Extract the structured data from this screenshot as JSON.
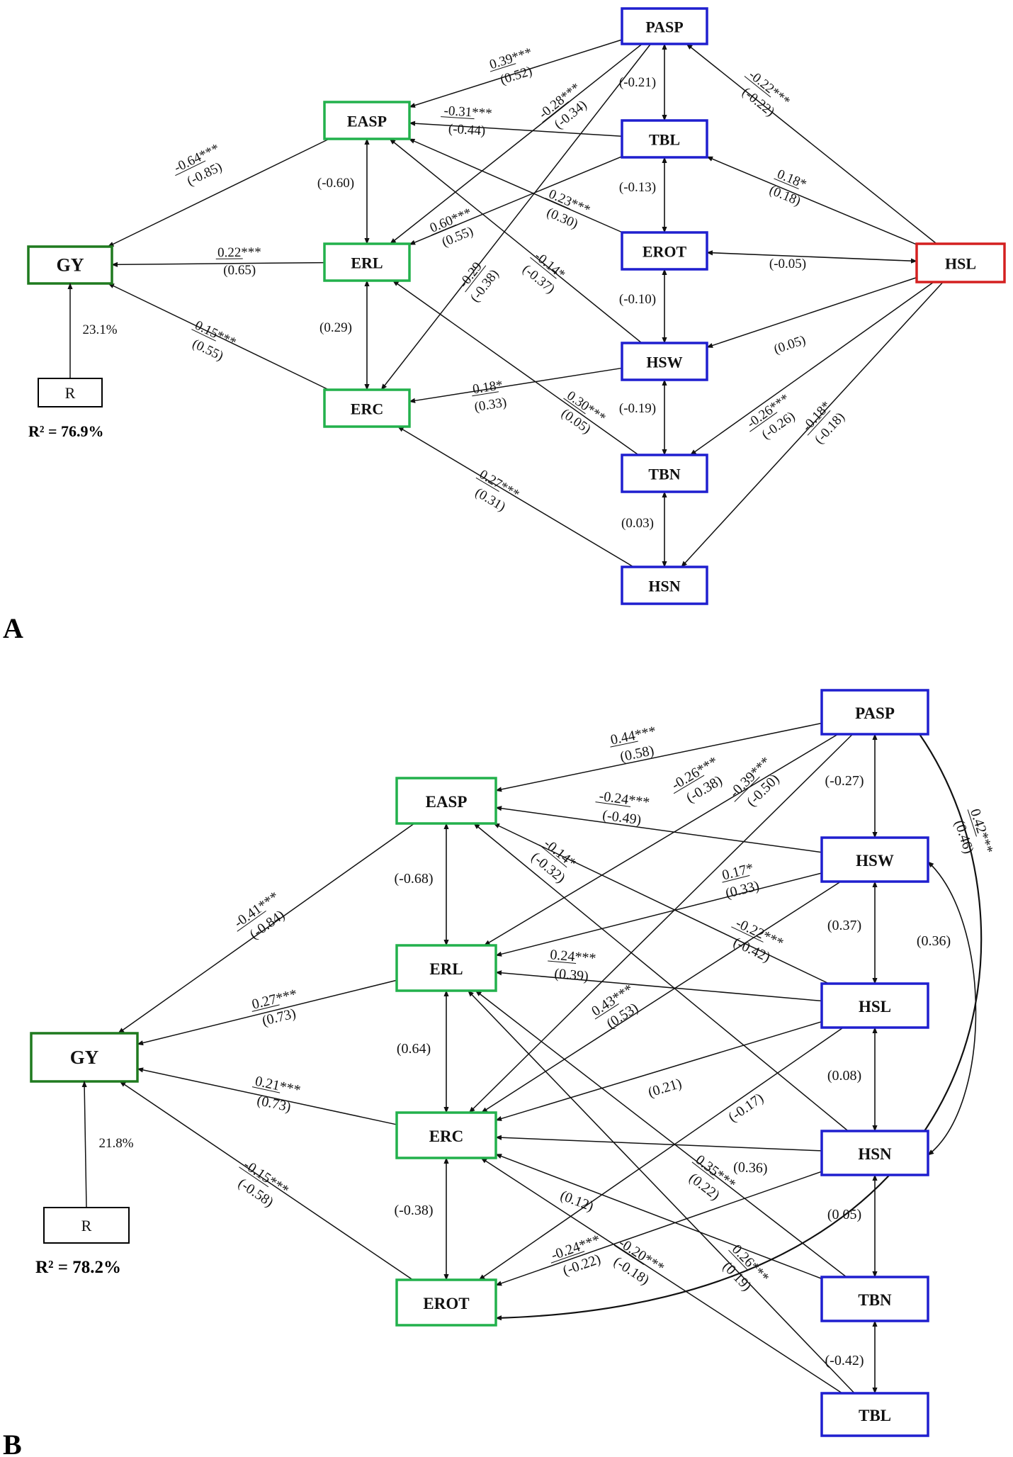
{
  "colors": {
    "endogenous": "#22b14c",
    "exogenous": "#1f1fcf",
    "outcome": "#1f7a1f",
    "focal": "#d42020",
    "residual": "#000000"
  },
  "panels": [
    {
      "id": "A",
      "letter": "A",
      "r2": "R² = 76.9%",
      "residual_label": "R",
      "residual_path": "23.1%",
      "nodes": [
        {
          "id": "GY",
          "label": "GY",
          "kind": "outcome"
        },
        {
          "id": "EASP",
          "label": "EASP",
          "kind": "endogenous"
        },
        {
          "id": "ERL",
          "label": "ERL",
          "kind": "endogenous"
        },
        {
          "id": "ERC",
          "label": "ERC",
          "kind": "endogenous"
        },
        {
          "id": "PASP",
          "label": "PASP",
          "kind": "exogenous"
        },
        {
          "id": "TBL",
          "label": "TBL",
          "kind": "exogenous"
        },
        {
          "id": "EROT",
          "label": "EROT",
          "kind": "exogenous"
        },
        {
          "id": "HSW",
          "label": "HSW",
          "kind": "exogenous"
        },
        {
          "id": "TBN",
          "label": "TBN",
          "kind": "exogenous"
        },
        {
          "id": "HSN",
          "label": "HSN",
          "kind": "exogenous"
        },
        {
          "id": "HSL",
          "label": "HSL",
          "kind": "focal"
        }
      ],
      "paths": [
        {
          "from": "EASP",
          "to": "GY",
          "coef": "-0.64***",
          "corr": "(-0.85)"
        },
        {
          "from": "ERL",
          "to": "GY",
          "coef": "0.22***",
          "corr": "(0.65)"
        },
        {
          "from": "ERC",
          "to": "GY",
          "coef": "0.15***",
          "corr": "(0.55)"
        },
        {
          "from": "PASP",
          "to": "EASP",
          "coef": "0.39***",
          "corr": "(0.52)"
        },
        {
          "from": "PASP",
          "to": "ERL",
          "coef": "-0.28***",
          "corr": "(-0.34)"
        },
        {
          "from": "PASP",
          "to": "ERC",
          "coef": "-0.29",
          "corr": "(-0.38)"
        },
        {
          "from": "TBL",
          "to": "EASP",
          "coef": "-0.31***",
          "corr": "(-0.44)"
        },
        {
          "from": "TBL",
          "to": "ERL",
          "coef": "0.60***",
          "corr": "(0.55)"
        },
        {
          "from": "EROT",
          "to": "EASP",
          "coef": "0.23***",
          "corr": "(0.30)"
        },
        {
          "from": "HSW",
          "to": "EASP",
          "coef": "-0.14*",
          "corr": "(-0.37)"
        },
        {
          "from": "HSW",
          "to": "ERC",
          "coef": "0.18*",
          "corr": "(0.33)"
        },
        {
          "from": "TBN",
          "to": "ERL",
          "coef": "0.30***",
          "corr": "(0.05)"
        },
        {
          "from": "HSN",
          "to": "ERC",
          "coef": "0.27***",
          "corr": "(0.31)"
        },
        {
          "from": "HSL",
          "to": "PASP",
          "coef": "-0.22***",
          "corr": "(-0.22)"
        },
        {
          "from": "HSL",
          "to": "TBL",
          "coef": "0.18*",
          "corr": "(0.18)"
        },
        {
          "from": "HSL",
          "to": "HSW",
          "coef": "",
          "corr": "(0.05)"
        },
        {
          "from": "HSL",
          "to": "TBN",
          "coef": "-0.26***",
          "corr": "(-0.26)"
        },
        {
          "from": "HSL",
          "to": "HSN",
          "coef": "-0.18*",
          "corr": "(-0.18)"
        }
      ],
      "correlations": [
        {
          "a": "EASP",
          "b": "ERL",
          "value": "(-0.60)"
        },
        {
          "a": "ERL",
          "b": "ERC",
          "value": "(0.29)"
        },
        {
          "a": "PASP",
          "b": "TBL",
          "value": "(-0.21)"
        },
        {
          "a": "TBL",
          "b": "EROT",
          "value": "(-0.13)"
        },
        {
          "a": "EROT",
          "b": "HSW",
          "value": "(-0.10)"
        },
        {
          "a": "HSW",
          "b": "TBN",
          "value": "(-0.19)"
        },
        {
          "a": "TBN",
          "b": "HSN",
          "value": "(0.03)"
        },
        {
          "a": "EROT",
          "b": "HSL",
          "value": "(-0.05)"
        }
      ]
    },
    {
      "id": "B",
      "letter": "B",
      "r2": "R² = 78.2%",
      "residual_label": "R",
      "residual_path": "21.8%",
      "nodes": [
        {
          "id": "GY",
          "label": "GY",
          "kind": "outcome"
        },
        {
          "id": "EASP",
          "label": "EASP",
          "kind": "endogenous"
        },
        {
          "id": "ERL",
          "label": "ERL",
          "kind": "endogenous"
        },
        {
          "id": "ERC",
          "label": "ERC",
          "kind": "endogenous"
        },
        {
          "id": "EROT",
          "label": "EROT",
          "kind": "endogenous"
        },
        {
          "id": "PASP",
          "label": "PASP",
          "kind": "exogenous"
        },
        {
          "id": "HSW",
          "label": "HSW",
          "kind": "exogenous"
        },
        {
          "id": "HSL",
          "label": "HSL",
          "kind": "exogenous"
        },
        {
          "id": "HSN",
          "label": "HSN",
          "kind": "exogenous"
        },
        {
          "id": "TBN",
          "label": "TBN",
          "kind": "exogenous"
        },
        {
          "id": "TBL",
          "label": "TBL",
          "kind": "exogenous"
        }
      ],
      "paths": [
        {
          "from": "EASP",
          "to": "GY",
          "coef": "-0.41***",
          "corr": "(-0.84)"
        },
        {
          "from": "ERL",
          "to": "GY",
          "coef": "0.27***",
          "corr": "(0.73)"
        },
        {
          "from": "ERC",
          "to": "GY",
          "coef": "0.21***",
          "corr": "(0.73)"
        },
        {
          "from": "EROT",
          "to": "GY",
          "coef": "-0.15***",
          "corr": "(-0.58)"
        },
        {
          "from": "PASP",
          "to": "EASP",
          "coef": "0.44***",
          "corr": "(0.58)"
        },
        {
          "from": "PASP",
          "to": "ERL",
          "coef": "-0.26***",
          "corr": "(-0.38)"
        },
        {
          "from": "PASP",
          "to": "ERC",
          "coef": "-0.39***",
          "corr": "(-0.50)"
        },
        {
          "from": "HSW",
          "to": "EASP",
          "coef": "-0.24***",
          "corr": "(-0.49)"
        },
        {
          "from": "HSW",
          "to": "ERL",
          "coef": "0.17*",
          "corr": "(0.33)"
        },
        {
          "from": "HSW",
          "to": "ERC",
          "coef": "0.43***",
          "corr": "(0.53)"
        },
        {
          "from": "HSL",
          "to": "EASP",
          "coef": "-0.22***",
          "corr": "(-0.42)"
        },
        {
          "from": "HSL",
          "to": "ERL",
          "coef": "0.24***",
          "corr": "(0.39)"
        },
        {
          "from": "HSL",
          "to": "ERC",
          "coef": "",
          "corr": "(0.21)"
        },
        {
          "from": "HSL",
          "to": "EROT",
          "coef": "",
          "corr": "(-0.17)"
        },
        {
          "from": "HSN",
          "to": "EASP",
          "coef": "-0.14*",
          "corr": "(-0.32)"
        },
        {
          "from": "HSN",
          "to": "ERC",
          "coef": "",
          "corr": "(0.36)"
        },
        {
          "from": "HSN",
          "to": "EROT",
          "coef": "-0.24***",
          "corr": "(-0.22)"
        },
        {
          "from": "TBN",
          "to": "ERL",
          "coef": "0.35***",
          "corr": "(0.22)"
        },
        {
          "from": "TBN",
          "to": "ERC",
          "coef": "",
          "corr": "(0.12)"
        },
        {
          "from": "TBL",
          "to": "ERL",
          "coef": "0.26***",
          "corr": "(0.19)"
        },
        {
          "from": "TBL",
          "to": "ERC",
          "coef": "-0.20***",
          "corr": "(-0.18)"
        },
        {
          "from": "PASP",
          "to": "EROT",
          "coef": "0.42***",
          "corr": "(0.46)"
        }
      ],
      "correlations": [
        {
          "a": "EASP",
          "b": "ERL",
          "value": "(-0.68)"
        },
        {
          "a": "ERL",
          "b": "ERC",
          "value": "(0.64)"
        },
        {
          "a": "ERC",
          "b": "EROT",
          "value": "(-0.38)"
        },
        {
          "a": "PASP",
          "b": "HSW",
          "value": "(-0.27)"
        },
        {
          "a": "HSW",
          "b": "HSL",
          "value": "(0.37)"
        },
        {
          "a": "HSL",
          "b": "HSN",
          "value": "(0.08)"
        },
        {
          "a": "HSN",
          "b": "TBN",
          "value": "(0.05)"
        },
        {
          "a": "TBN",
          "b": "TBL",
          "value": "(-0.42)"
        },
        {
          "a": "HSW",
          "b": "HSN",
          "value": "(0.36)"
        }
      ]
    }
  ]
}
